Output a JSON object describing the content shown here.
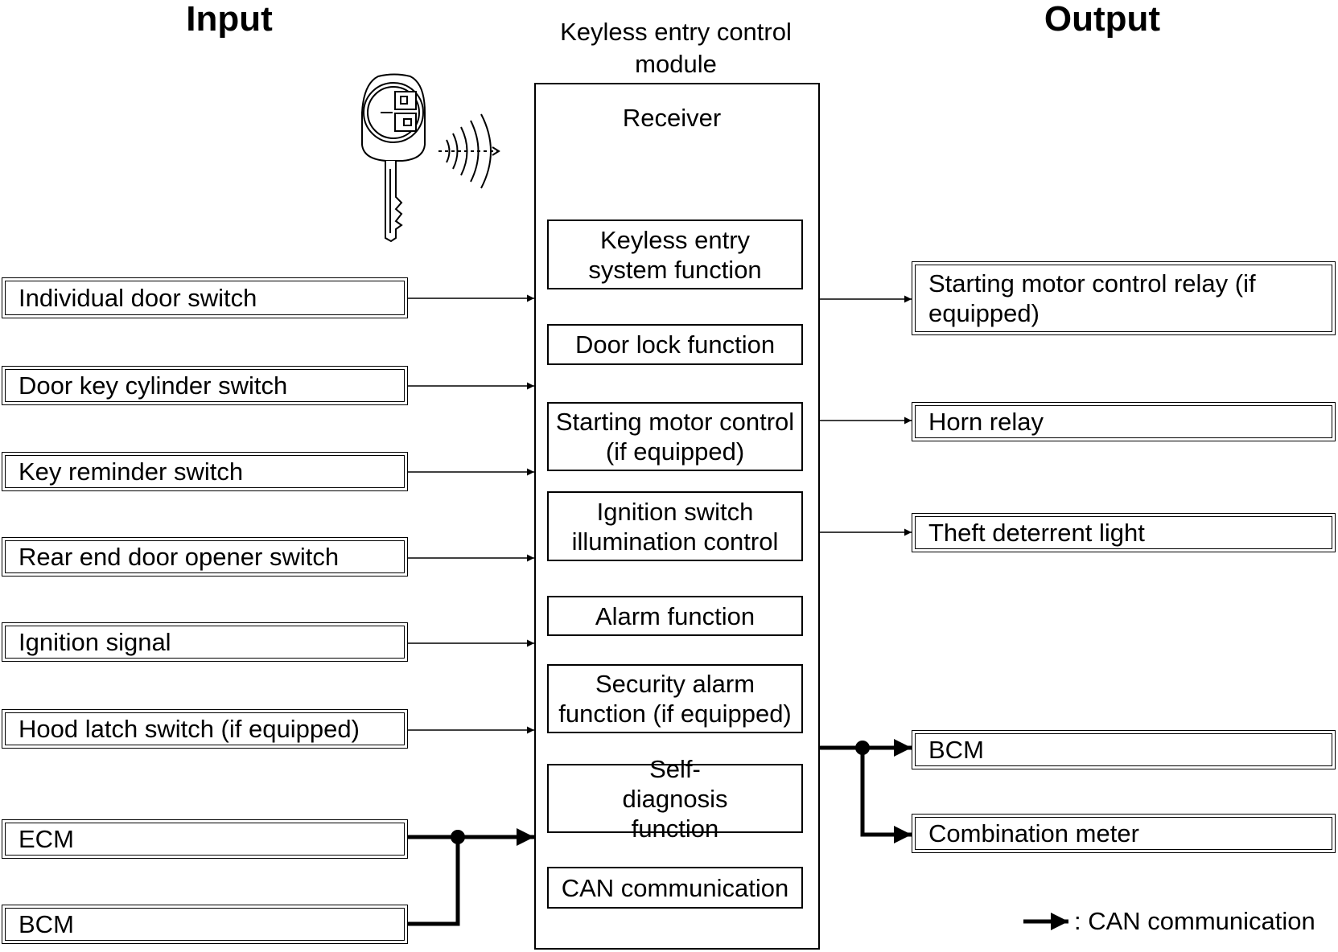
{
  "headings": {
    "input": "Input",
    "output": "Output"
  },
  "module": {
    "title": "Keyless entry control module",
    "receiver_label": "Receiver",
    "functions": [
      "Keyless entry system function",
      "Door lock function",
      "Starting motor control (if equipped)",
      "Ignition switch illumination control",
      "Alarm function",
      "Security alarm function (if equipped)",
      "Self-diagnosis function",
      "CAN communication"
    ]
  },
  "inputs": [
    "Individual door switch",
    "Door key cylinder switch",
    "Key reminder switch",
    "Rear end door opener switch",
    "Ignition signal",
    "Hood latch switch (if equipped)",
    "ECM",
    "BCM"
  ],
  "outputs": [
    "Starting motor control relay (if equipped)",
    "Horn relay",
    "Theft deterrent light",
    "BCM",
    "Combination meter"
  ],
  "legend": {
    "label": ": CAN communication"
  },
  "icons": {
    "key_fob": "key-fob-icon",
    "antenna": "antenna-icon",
    "radio_wave": "radio-wave-icon"
  }
}
